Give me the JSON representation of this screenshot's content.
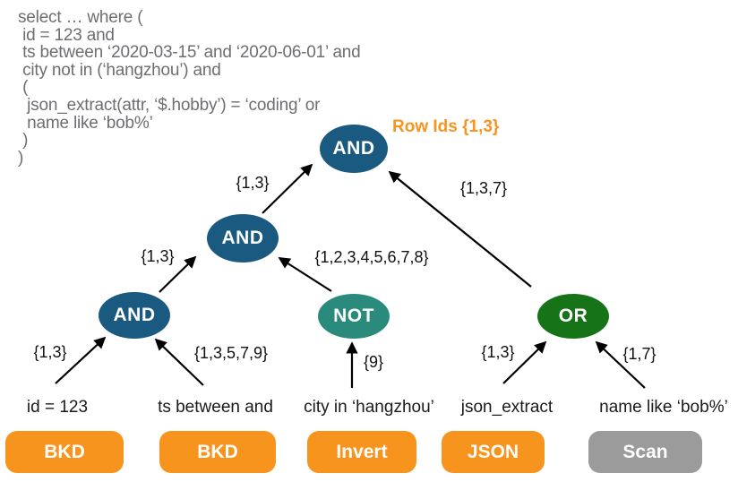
{
  "sql": {
    "lines": [
      "select … where (",
      " id = 123 and",
      " ts between ‘2020-03-15’ and ‘2020-06-01’ and",
      " city not in (‘hangzhou’) and",
      " (",
      "  json_extract(attr, ‘$.hobby’) = ‘coding’ or",
      "  name like ‘bob%’",
      " )",
      ")"
    ]
  },
  "annotation": {
    "row_ids": "Row Ids {1,3}"
  },
  "tree": {
    "nodes": {
      "root": "AND",
      "mid": "AND",
      "left": "AND",
      "not": "NOT",
      "or": "OR"
    },
    "edge_labels": {
      "id_to_left_and": "{1,3}",
      "ts_to_left_and": "{1,3,5,7,9}",
      "city_to_not": "{9}",
      "json_to_or": "{1,3}",
      "name_to_or": "{1,7}",
      "left_and_to_mid": "{1,3}",
      "not_to_mid": "{1,2,3,4,5,6,7,8}",
      "mid_to_root": "{1,3}",
      "or_to_root": "{1,3,7}"
    },
    "leaves": [
      {
        "predicate": "id = 123",
        "executor": "BKD"
      },
      {
        "predicate": "ts between and",
        "executor": "BKD"
      },
      {
        "predicate": "city in ‘hangzhou’",
        "executor": "Invert"
      },
      {
        "predicate": "json_extract",
        "executor": "JSON"
      },
      {
        "predicate": "name like ‘bob%’",
        "executor": "Scan"
      }
    ]
  },
  "colors": {
    "and_node": "#1b5a80",
    "not_node": "#2a8b7d",
    "or_node": "#167317",
    "index_executor": "#f7941e",
    "scan_executor": "#9b9b9b",
    "row_ids_annotation": "#f7941e",
    "sql_text": "#6d6e71"
  }
}
